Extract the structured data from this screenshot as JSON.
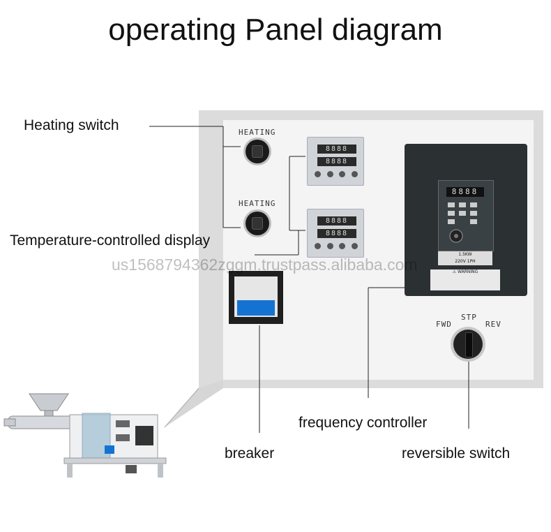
{
  "title": "operating Panel diagram",
  "labels": {
    "heating_switch": "Heating switch",
    "temp_display": "Temperature-controlled display",
    "frequency_controller": "frequency controller",
    "breaker": "breaker",
    "reversible_switch": "reversible switch"
  },
  "panel": {
    "heating_1": "HEATING",
    "heating_2": "HEATING",
    "knob": {
      "fwd": "FWD",
      "stp": "STP",
      "rev": "REV"
    }
  },
  "watermark": "us1568794362zggm.trustpass.alibaba.com"
}
